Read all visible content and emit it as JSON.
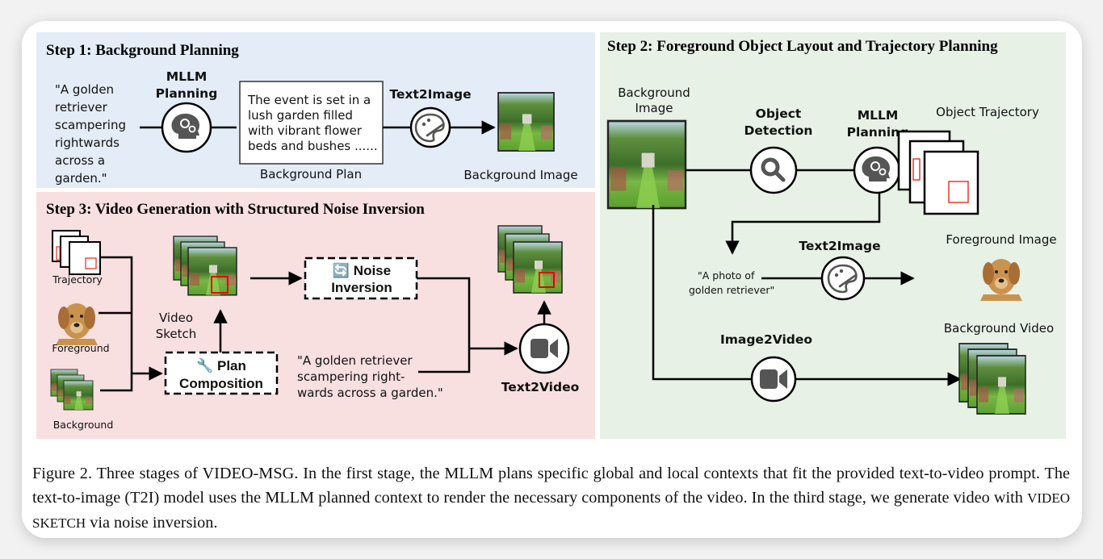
{
  "figure": {
    "caption": {
      "prefix": "Figure 2. Three stages of ",
      "name_v": "V",
      "name_rest": "IDEO",
      "name_suffix": "-MSG",
      "middle": ". In the first stage, the MLLM plans specific global and local contexts that fit the provided text-to-video prompt.  The text-to-image (T2I) model uses the MLLM planned context to render the necessary components of the video.  In the third stage, we generate video with ",
      "sketch_term": "VIDEO SKETCH",
      "end": " via noise inversion."
    },
    "colors": {
      "step1_bg": "#e3ecf7",
      "step2_bg": "#e7f1e6",
      "step3_bg": "#f8dfe0",
      "trajectory_box": "#e5392b",
      "icon_gray": "#555555"
    },
    "step1": {
      "title": "Step 1: Background Planning",
      "prompt_lines": [
        "\"A golden",
        "retriever",
        "scampering",
        "rightwards",
        "across a",
        "garden.\""
      ],
      "mllm_label_1": "MLLM",
      "mllm_label_2": "Planning",
      "plan_lines": [
        "The event is set in a",
        "lush garden filled",
        "with vibrant flower",
        "beds and bushes ......"
      ],
      "plan_caption": "Background Plan",
      "t2i_label": "Text2Image",
      "output_caption": "Background Image"
    },
    "step2": {
      "title": "Step 2: Foreground Object Layout and Trajectory Planning",
      "bg_image_label_1": "Background",
      "bg_image_label_2": "Image",
      "detect_label_1": "Object",
      "detect_label_2": "Detection",
      "mllm_label_1": "MLLM",
      "mllm_label_2": "Planning",
      "trajectory_label": "Object Trajectory",
      "photo_prompt_1": "\"A photo of",
      "photo_prompt_2": "golden retriever\"",
      "t2i_label": "Text2Image",
      "fg_image_label": "Foreground Image",
      "i2v_label": "Image2Video",
      "bg_video_label": "Background Video"
    },
    "step3": {
      "title": "Step 3: Video Generation with Structured Noise Inversion",
      "trajectory_label": "Trajectory",
      "foreground_label": "Foreground",
      "background_label": "Background",
      "sketch_label_1": "Video",
      "sketch_label_2": "Sketch",
      "plan_icon": "🔧",
      "plan_label_1": "Plan",
      "plan_label_2": "Composition",
      "noise_icon": "🔄",
      "noise_label_1": "Noise",
      "noise_label_2": "Inversion",
      "prompt_lines": [
        "\"A golden retriever",
        "scampering right-",
        "wards across a garden.\""
      ],
      "t2v_label": "Text2Video"
    }
  }
}
